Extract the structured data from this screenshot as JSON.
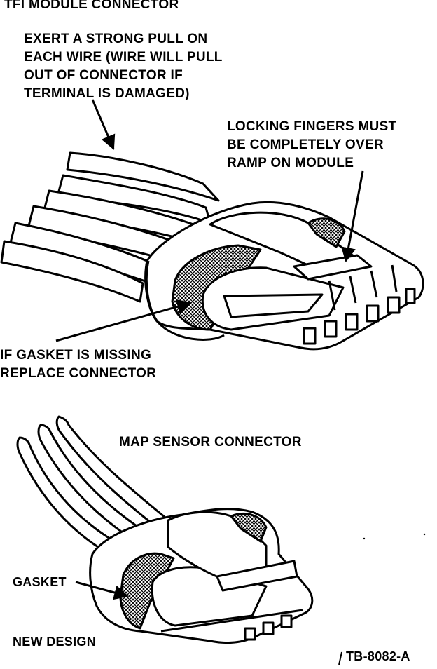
{
  "tfi_section": {
    "title": "TFI MODULE CONNECTOR",
    "pull_note": "EXERT A STRONG PULL ON\nEACH WIRE (WIRE WILL PULL\nOUT OF CONNECTOR IF\nTERMINAL IS DAMAGED)",
    "locking_note": "LOCKING FINGERS MUST\nBE COMPLETELY OVER\nRAMP ON MODULE",
    "gasket_note": "IF GASKET IS MISSING\nREPLACE CONNECTOR"
  },
  "map_section": {
    "title": "MAP SENSOR CONNECTOR",
    "gasket_label": "GASKET",
    "design_label": "NEW DESIGN"
  },
  "figure_id": "TB-8082-A"
}
